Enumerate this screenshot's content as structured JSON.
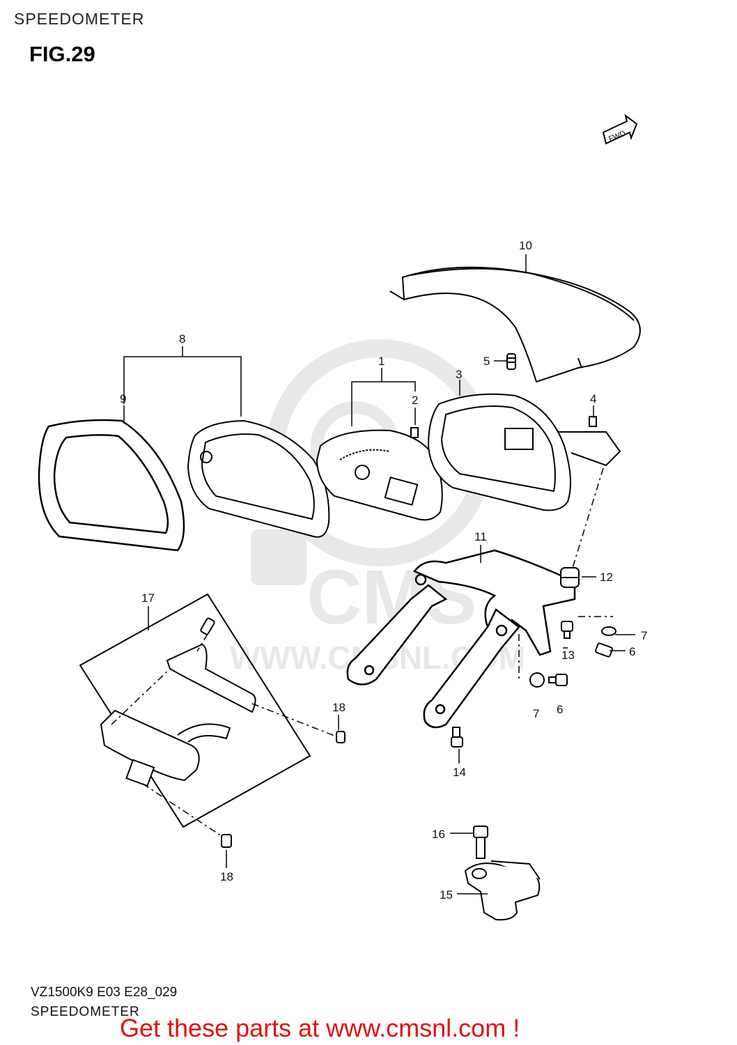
{
  "header": {
    "title": "SPEEDOMETER",
    "figure": "FIG.29"
  },
  "footer": {
    "code": "VZ1500K9 E03 E28_029",
    "caption": "SPEEDOMETER",
    "promo": "Get these parts at www.cmsnl.com !"
  },
  "watermark": {
    "logo_text": "CMS",
    "url_text": "WWW.CMSNL.COM"
  },
  "direction_marker": "FWD",
  "callouts": [
    "1",
    "2",
    "3",
    "4",
    "5",
    "6",
    "6",
    "7",
    "7",
    "8",
    "9",
    "10",
    "11",
    "12",
    "13",
    "14",
    "15",
    "16",
    "17",
    "18",
    "18"
  ]
}
